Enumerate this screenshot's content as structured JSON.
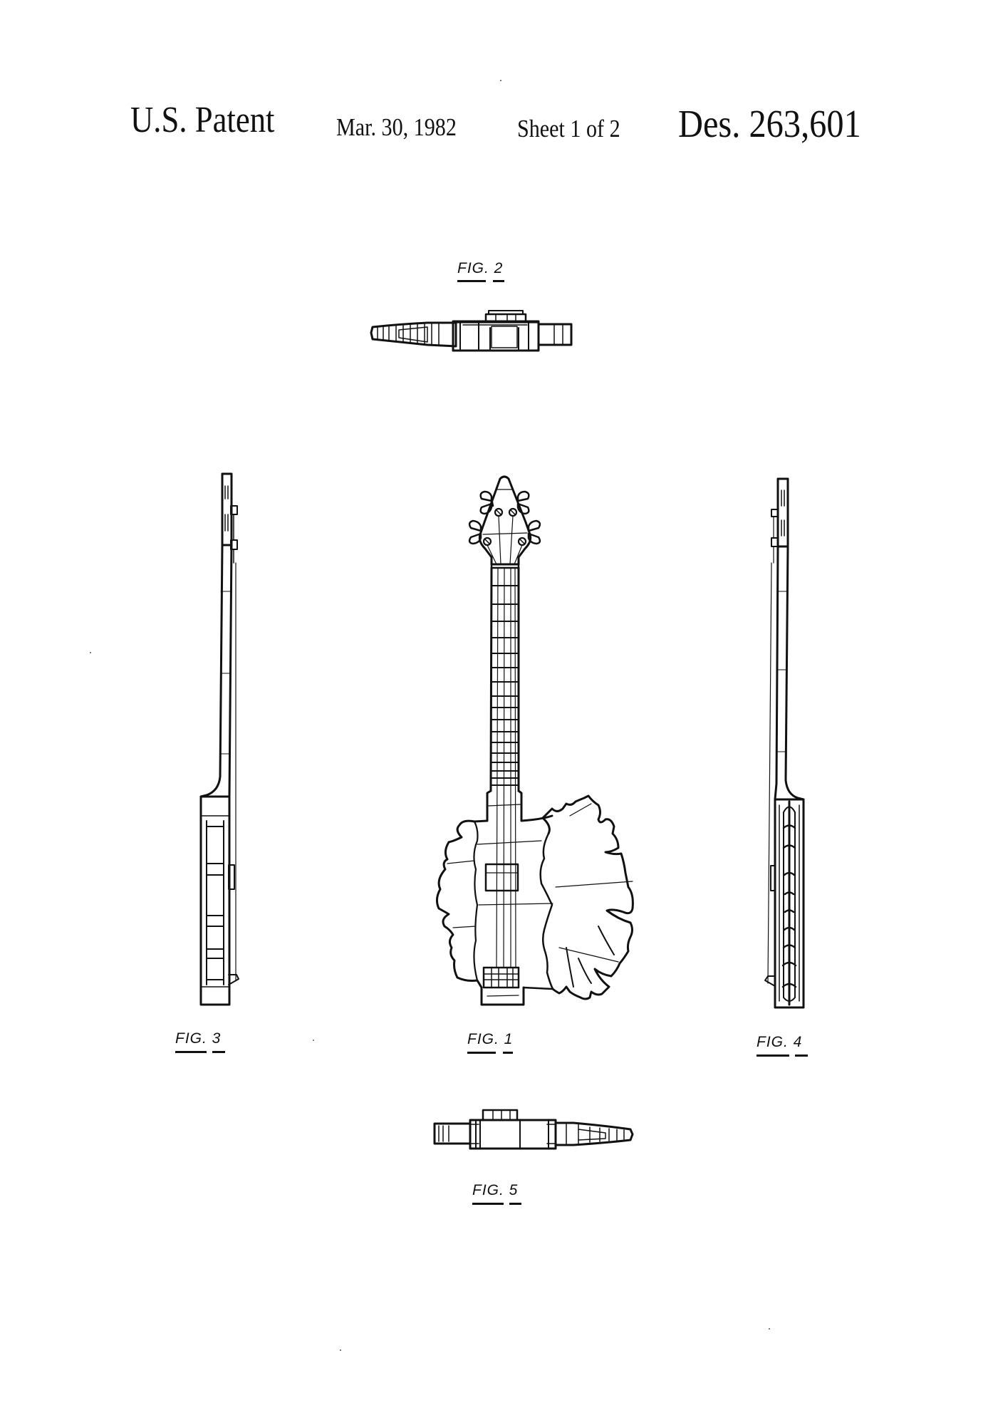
{
  "header": {
    "patent_label": "U.S. Patent",
    "date": "Mar. 30, 1982",
    "sheet": "Sheet 1 of 2",
    "patent_number": "Des. 263,601"
  },
  "figures": [
    {
      "id": "fig2",
      "label": "FIG. 2",
      "view": "top view"
    },
    {
      "id": "fig3",
      "label": "FIG. 3",
      "view": "left side view"
    },
    {
      "id": "fig1",
      "label": "FIG. 1",
      "view": "front view"
    },
    {
      "id": "fig4",
      "label": "FIG. 4",
      "view": "right side view"
    },
    {
      "id": "fig5",
      "label": "FIG. 5",
      "view": "bottom view"
    }
  ],
  "colors": {
    "ink": "#111111",
    "paper": "#ffffff"
  }
}
